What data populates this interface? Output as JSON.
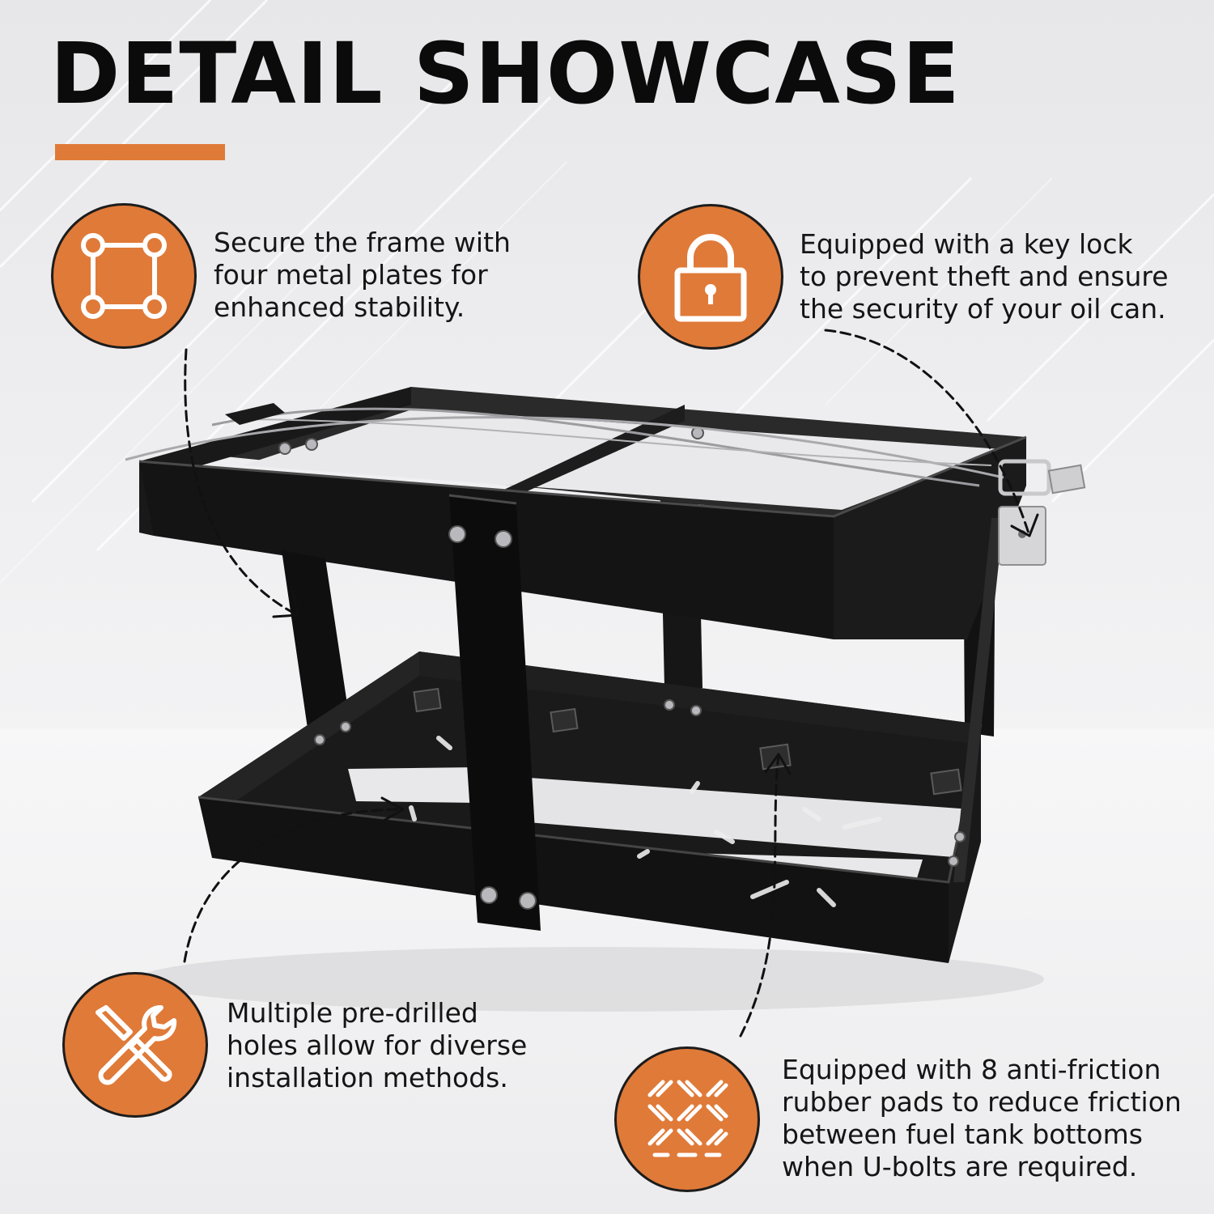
{
  "header": {
    "title": "DETAIL SHOWCASE"
  },
  "colors": {
    "accent": "#e07a38",
    "frame": "#111111",
    "text": "#151515"
  },
  "features": [
    {
      "icon": "square-nodes-icon",
      "text": "Secure the frame with\nfour metal plates for\nenhanced stability."
    },
    {
      "icon": "padlock-icon",
      "text": "Equipped with a key lock\nto prevent theft and ensure\nthe security of your oil can."
    },
    {
      "icon": "wrench-screwdriver-icon",
      "text": "Multiple pre-drilled\nholes allow for diverse\ninstallation methods."
    },
    {
      "icon": "friction-pattern-icon",
      "text": "Equipped with 8 anti-friction\nrubber pads to reduce friction\nbetween fuel tank bottoms\nwhen U-bolts are required."
    }
  ]
}
